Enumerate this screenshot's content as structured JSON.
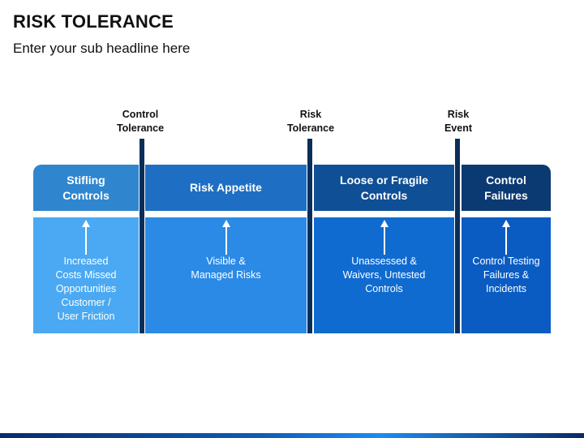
{
  "header": {
    "title": "RISK TOLERANCE",
    "subtitle": "Enter your sub headline here"
  },
  "markers": [
    {
      "label": "Control\nTolerance"
    },
    {
      "label": "Risk\nTolerance"
    },
    {
      "label": "Risk\nEvent"
    }
  ],
  "columns": [
    {
      "heading": "Stifling\nControls",
      "description": "Increased\nCosts Missed\nOpportunities\nCustomer /\nUser Friction",
      "top_color": "#2f86cf",
      "bottom_color": "#4aa9f2"
    },
    {
      "heading": "Risk Appetite",
      "description": "Visible &\nManaged Risks",
      "top_color": "#1e6fc4",
      "bottom_color": "#2b8ae6"
    },
    {
      "heading": "Loose or Fragile\nControls",
      "description": "Unassessed &\nWaivers, Untested\nControls",
      "top_color": "#0f4f96",
      "bottom_color": "#0f6bd0"
    },
    {
      "heading": "Control\nFailures",
      "description": "Control Testing\nFailures &\nIncidents",
      "top_color": "#0b3a73",
      "bottom_color": "#0a5cc2"
    }
  ]
}
